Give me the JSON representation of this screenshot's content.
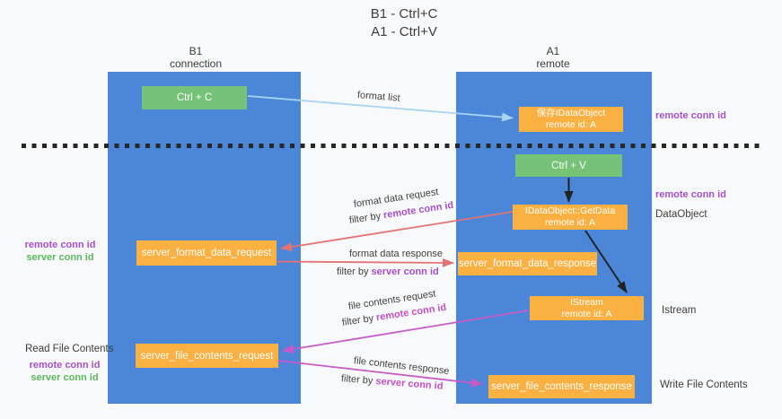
{
  "title": {
    "line1": "B1 - Ctrl+C",
    "line2": "A1 - Ctrl+V"
  },
  "lifelines": {
    "b1": {
      "name": "B1",
      "sub": "connection"
    },
    "a1": {
      "name": "A1",
      "sub": "remote"
    }
  },
  "nodes": {
    "ctrl_c": "Ctrl + C",
    "ctrl_v": "Ctrl + V",
    "save_obj_line1": "保存IDataObject",
    "save_obj_line2": "remote id: A",
    "getdata_line1": "IDataObject::GetData",
    "getdata_line2": "remote id: A",
    "istream_line1": "IStream",
    "istream_line2": "remote id: A",
    "server_format_data_request": "server_format_data_request",
    "server_format_data_response": "server_format_data_response",
    "server_file_contents_request": "server_file_contents_request",
    "server_file_contents_response": "server_file_contents_response"
  },
  "arrows": {
    "format_list": "format list",
    "format_data_request": "format data request",
    "format_data_response": "format data response",
    "file_contents_request": "file contents request",
    "file_contents_response": "file contents response",
    "filter_by": "filter by",
    "remote_conn_id": "remote conn id",
    "server_conn_id": "server conn id"
  },
  "annotations": {
    "remote_conn_id": "remote conn id",
    "server_conn_id": "server conn id",
    "dataobject": "DataObject",
    "istream": "Istream",
    "read_file_contents": "Read File Contents",
    "write_file_contents": "Write File Contents"
  },
  "colors": {
    "lifeline_blue": "#4c86d8",
    "node_green": "#76c276",
    "node_orange": "#fbb042",
    "arrow_sky": "#a9d5f2",
    "arrow_red": "#e57373",
    "arrow_magenta": "#c75bc7",
    "arrow_black": "#222222",
    "text_purple": "#a74fc9",
    "text_green": "#5cb85c",
    "background": "#f8f9fa"
  }
}
